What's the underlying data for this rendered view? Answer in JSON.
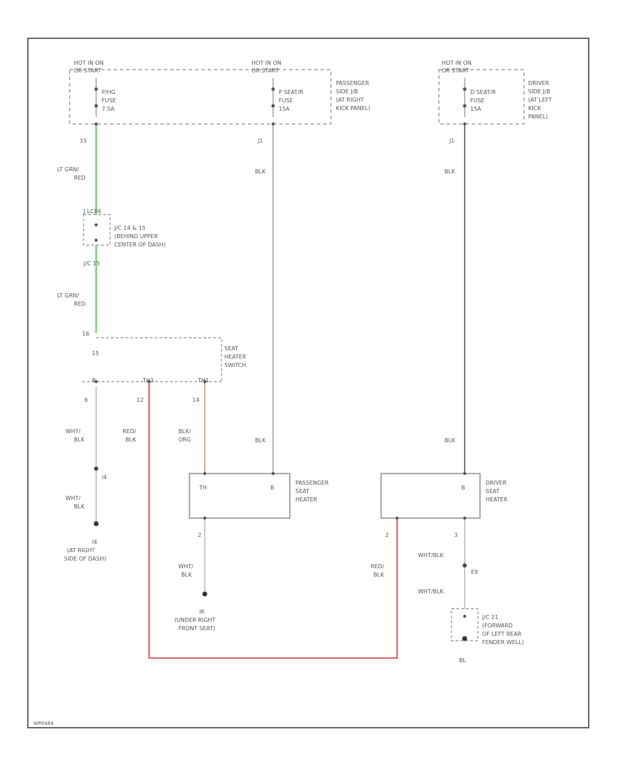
{
  "colors": {
    "frame": "#666666",
    "wire_gray": "#9a9a9a",
    "wire_green": "#66dd66",
    "wire_red": "#e06060",
    "wire_orange": "#d9a27a",
    "dashed": "#8a8a8a",
    "text": "#555555"
  },
  "fuse_groups": {
    "left": {
      "hot_in": "HOT IN ON",
      "or_start": "OR START",
      "fuse_name": "P/HG",
      "fuse_word": "FUSE",
      "fuse_amp": "7.5A",
      "pin_out": "33"
    },
    "middle": {
      "hot_in": "HOT IN ON",
      "or_start": "OR START",
      "fuse_name": "P SEAT/R",
      "fuse_word": "FUSE",
      "fuse_amp": "15A",
      "pin_out": "J1",
      "jb_lines": [
        "PASSENGER",
        "SIDE J/B",
        "(AT RIGHT",
        "KICK PANEL)"
      ]
    },
    "right": {
      "hot_in": "HOT IN ON",
      "or_start": "OR START",
      "fuse_name": "D SEAT/R",
      "fuse_word": "FUSE",
      "fuse_amp": "15A",
      "pin_out": "J1",
      "jb_lines": [
        "DRIVER",
        "SIDE J/B",
        "(AT LEFT",
        "KICK",
        "PANEL)"
      ]
    }
  },
  "wire_labels": {
    "lt_grn_red_1": [
      "LT GRN/",
      "RED"
    ],
    "lt_grn_red_2": [
      "LT GRN/",
      "RED"
    ],
    "blk_middle_top": "BLK",
    "blk_right_top": "BLK",
    "blk_middle_bottom": "BLK",
    "blk_right_bottom": "BLK",
    "wht_blk_1": [
      "WHT/",
      "BLK"
    ],
    "wht_blk_2": [
      "WHT/",
      "BLK"
    ],
    "red_blk_switch": [
      "RED/",
      "BLK"
    ],
    "blu_org": [
      "BLK/",
      "ORG"
    ],
    "wht_blk_pass_ground": [
      "WHT/",
      "BLK"
    ],
    "red_blk_driver": [
      "RED/",
      "BLK"
    ],
    "wht_blk_driver_1": "WHT/BLK",
    "wht_blk_driver_2": "WHT/BLK"
  },
  "junction": {
    "connector_top": "J LC04",
    "lines": [
      "J/C 14 & 15",
      "(BEHIND UPPER",
      "CENTER OF DASH)"
    ],
    "pin_bottom": "J/C 15"
  },
  "seat_switch": {
    "pin_top": "16",
    "pin_top2": "15",
    "lines": [
      "SEAT",
      "HEATER",
      "SWITCH"
    ],
    "pin_1": "6",
    "pin_2": "12",
    "pin_3": "14",
    "term_left": "B",
    "term_mid": "TH1",
    "term_right": "TH1"
  },
  "left_ground": {
    "splice": "I4",
    "ground_id": "I4",
    "lines": [
      "(AT RIGHT",
      "SIDE OF DASH)"
    ]
  },
  "passenger_heater": {
    "lines": [
      "PASSENGER",
      "SEAT",
      "HEATER"
    ],
    "term_th": "TH",
    "term_b": "B",
    "pin_bottom": "2",
    "ground_id": "IK",
    "ground_lines": [
      "(UNDER RIGHT",
      "FRONT SEAT)"
    ]
  },
  "driver_heater": {
    "lines": [
      "DRIVER",
      "SEAT",
      "HEATER"
    ],
    "term_b": "B",
    "pin_left": "2",
    "pin_right": "3",
    "splice": "E9",
    "jc_lines": [
      "J/C 21",
      "(FORWARD",
      "OF LEFT REAR",
      "FENDER WELL)"
    ],
    "ground_id": "BL"
  },
  "figure_id": "WP0484"
}
